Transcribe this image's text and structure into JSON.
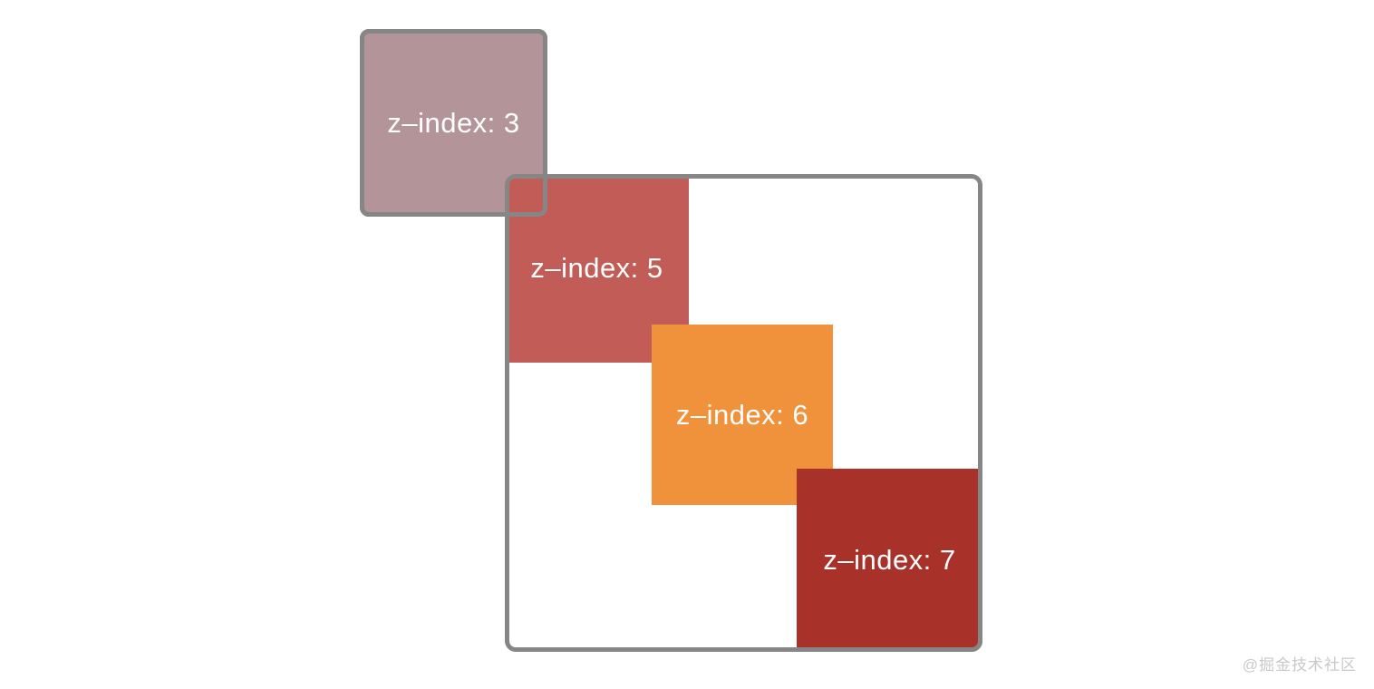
{
  "page": {
    "background": "#ffffff",
    "watermark": "@掘金技术社区",
    "watermark_color": "#c9c9c9"
  },
  "colors": {
    "border_gray": "#868686",
    "box3_fill": "#b39599",
    "box5_fill": "#c25c57",
    "box6_fill": "#f0923b",
    "box7_fill": "#a83129",
    "container_fill": "#ffffff",
    "label_text": "#ffffff"
  },
  "boxes": {
    "box3": {
      "label": "z–index: 3",
      "z_index": 3
    },
    "box5": {
      "label": "z–index: 5",
      "z_index": 5
    },
    "box6": {
      "label": "z–index: 6",
      "z_index": 6
    },
    "box7": {
      "label": "z–index: 7",
      "z_index": 7
    }
  }
}
